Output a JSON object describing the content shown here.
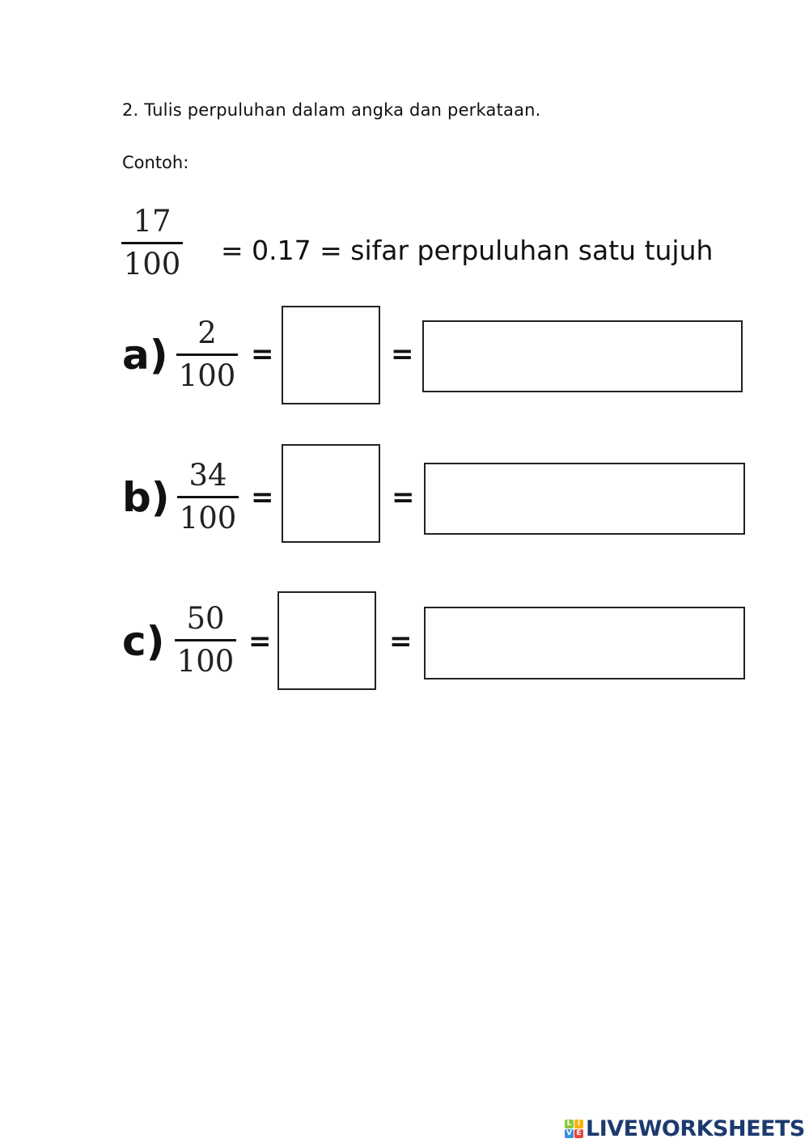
{
  "worksheet": {
    "instruction": "2.  Tulis perpuluhan dalam angka dan perkataan.",
    "example_label": "Contoh:",
    "example": {
      "numerator": "17",
      "denominator": "100",
      "rest": "= 0.17 = sifar perpuluhan satu tujuh"
    },
    "questions": [
      {
        "label": "a)",
        "numerator": "2",
        "denominator": "100",
        "equals": "=",
        "decimal_answer": "",
        "words_answer": ""
      },
      {
        "label": "b)",
        "numerator": "34",
        "denominator": "100",
        "equals": "=",
        "decimal_answer": "",
        "words_answer": ""
      },
      {
        "label": "c)",
        "numerator": "50",
        "denominator": "100",
        "equals": "=",
        "decimal_answer": "",
        "words_answer": ""
      }
    ]
  },
  "footer": {
    "logo_letters": [
      "L",
      "I",
      "V",
      "E"
    ],
    "logo_colors": [
      "#8cc63f",
      "#f7b500",
      "#3a8fd9",
      "#e8433a"
    ],
    "brand": "LIVEWORKSHEETS",
    "brand_color": "#1d3a6e"
  }
}
